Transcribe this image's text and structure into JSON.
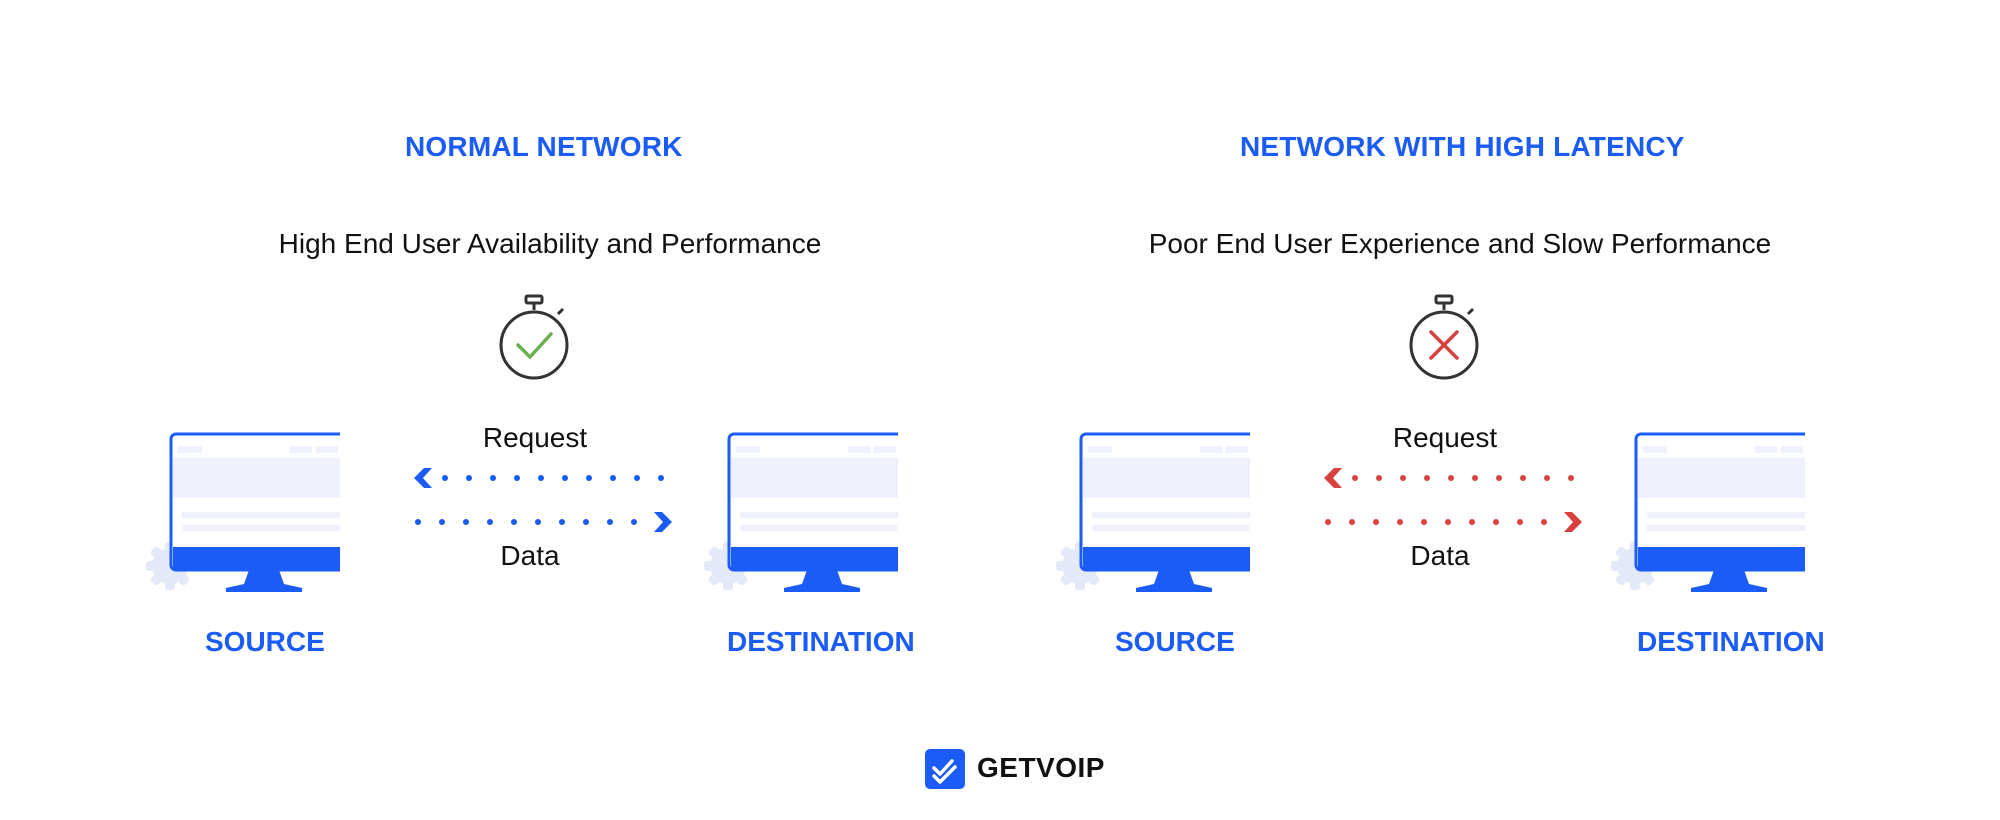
{
  "panels": [
    {
      "title": "NORMAL NETWORK",
      "subtitle": "High End User Availability and Performance",
      "status_icon": "check-icon",
      "status_color": "#6ab04c",
      "flow_color": "#1a5cf5",
      "request_label": "Request",
      "data_label": "Data",
      "source_label": "SOURCE",
      "destination_label": "DESTINATION"
    },
    {
      "title": "NETWORK WITH HIGH LATENCY",
      "subtitle": "Poor End User Experience and Slow Performance",
      "status_icon": "x-icon",
      "status_color": "#d94040",
      "flow_color": "#d94040",
      "request_label": "Request",
      "data_label": "Data",
      "source_label": "SOURCE",
      "destination_label": "DESTINATION"
    }
  ],
  "colors": {
    "accent": "#1a5cf5",
    "screen_fill": "#eef1fb",
    "gear": "#e4e9fa"
  },
  "logo": {
    "text": "GETVOIP",
    "icon": "double-check-icon"
  }
}
